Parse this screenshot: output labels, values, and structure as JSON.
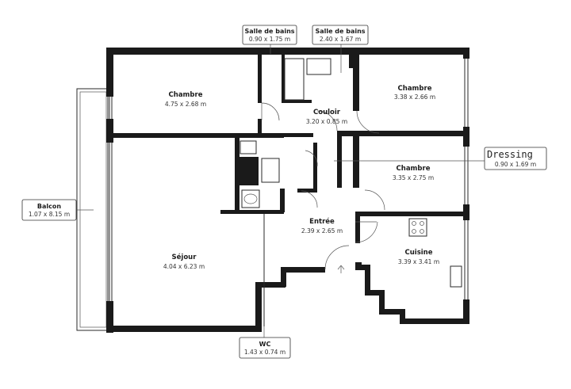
{
  "rooms": {
    "chambre_1": {
      "name": "Chambre",
      "dims": "4.75 x 2.68 m"
    },
    "chambre_2": {
      "name": "Chambre",
      "dims": "3.38 x 2.66 m"
    },
    "couloir": {
      "name": "Couloir",
      "dims": "3.20 x 0.85 m"
    },
    "chambre_3": {
      "name": "Chambre",
      "dims": "3.35 x 2.75 m"
    },
    "entree": {
      "name": "Entrée",
      "dims": "2.39 x 2.65 m"
    },
    "sejour": {
      "name": "Séjour",
      "dims": "4.04 x 6.23 m"
    },
    "cuisine": {
      "name": "Cuisine",
      "dims": "3.39 x 3.41 m"
    }
  },
  "labels": {
    "sdb_1": {
      "name": "Salle de bains",
      "dims": "0.90 x 1.75 m"
    },
    "sdb_2": {
      "name": "Salle de bains",
      "dims": "2.40 x 1.67 m"
    },
    "dressing": {
      "name": "Dressing",
      "dims": "0.90 x 1.69 m"
    },
    "balcon": {
      "name": "Balcon",
      "dims": "1.07 x 8.15 m"
    },
    "wc": {
      "name": "WC",
      "dims": "1.43 x 0.74 m"
    }
  },
  "colors": {
    "wall": "#1a1a1a",
    "background": "#ffffff"
  }
}
